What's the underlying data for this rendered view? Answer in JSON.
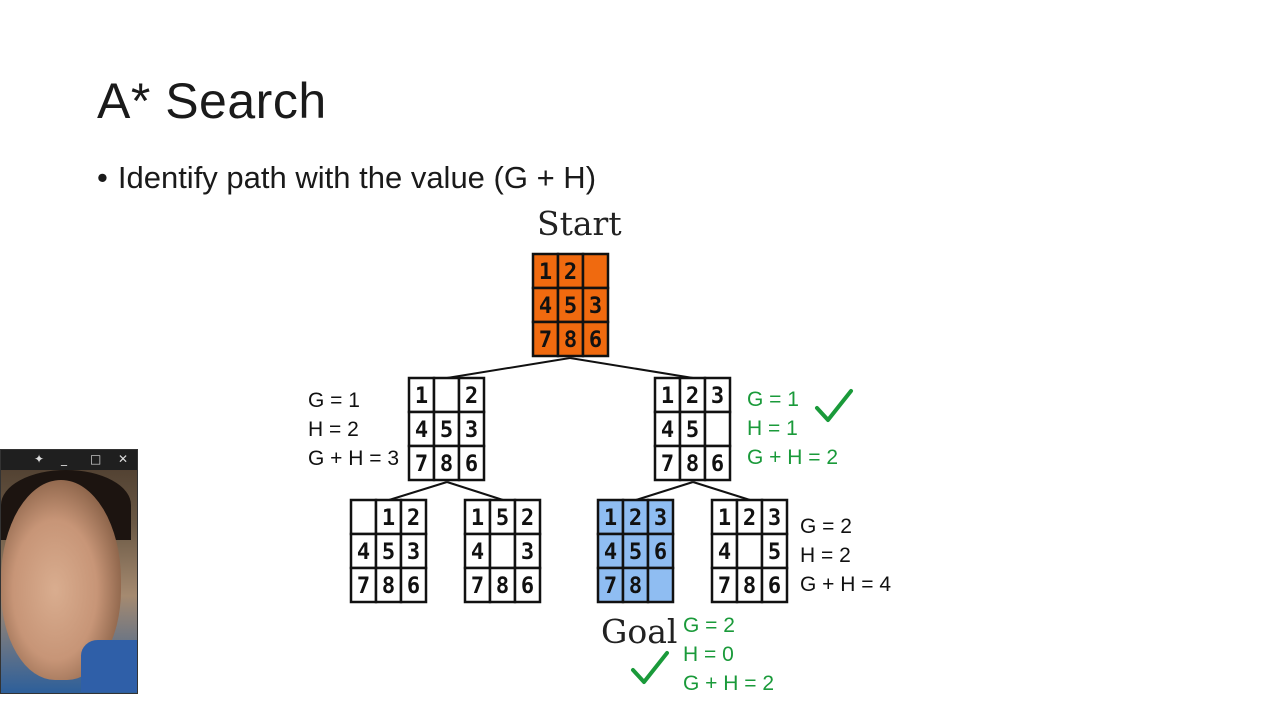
{
  "slide": {
    "title": "A* Search",
    "bullet": "Identify path with the value (G + H)"
  },
  "tree": {
    "start_label": "Start",
    "goal_label": "Goal",
    "nodes": [
      {
        "id": "start",
        "tiles": [
          "1",
          "2",
          "",
          "4",
          "5",
          "3",
          "7",
          "8",
          "6"
        ],
        "color": "#f06a0f"
      },
      {
        "id": "left",
        "tiles": [
          "1",
          "",
          "2",
          "4",
          "5",
          "3",
          "7",
          "8",
          "6"
        ],
        "color": "#ffffff"
      },
      {
        "id": "right",
        "tiles": [
          "1",
          "2",
          "3",
          "4",
          "5",
          "",
          "7",
          "8",
          "6"
        ],
        "color": "#ffffff"
      },
      {
        "id": "ll",
        "tiles": [
          "",
          "1",
          "2",
          "4",
          "5",
          "3",
          "7",
          "8",
          "6"
        ],
        "color": "#ffffff"
      },
      {
        "id": "lr",
        "tiles": [
          "1",
          "5",
          "2",
          "4",
          "",
          "3",
          "7",
          "8",
          "6"
        ],
        "color": "#ffffff"
      },
      {
        "id": "goal",
        "tiles": [
          "1",
          "2",
          "3",
          "4",
          "5",
          "6",
          "7",
          "8",
          ""
        ],
        "color": "#8fbdf2"
      },
      {
        "id": "rr",
        "tiles": [
          "1",
          "2",
          "3",
          "4",
          "",
          "5",
          "7",
          "8",
          "6"
        ],
        "color": "#ffffff"
      }
    ]
  },
  "annotations": {
    "left": {
      "g": "G = 1",
      "h": "H = 2",
      "gh": "G + H = 3"
    },
    "right": {
      "g": "G = 1",
      "h": "H = 1",
      "gh": "G + H = 2"
    },
    "rr": {
      "g": "G = 2",
      "h": "H = 2",
      "gh": "G + H = 4"
    },
    "goal": {
      "g": "G = 2",
      "h": "H = 0",
      "gh": "G + H = 2"
    }
  },
  "colors": {
    "accent_green": "#1a9a3a",
    "start_orange": "#f06a0f",
    "goal_blue": "#8fbdf2"
  },
  "webcam": {
    "icons": [
      "pin-icon",
      "minimize-icon",
      "maximize-icon",
      "close-icon"
    ]
  }
}
